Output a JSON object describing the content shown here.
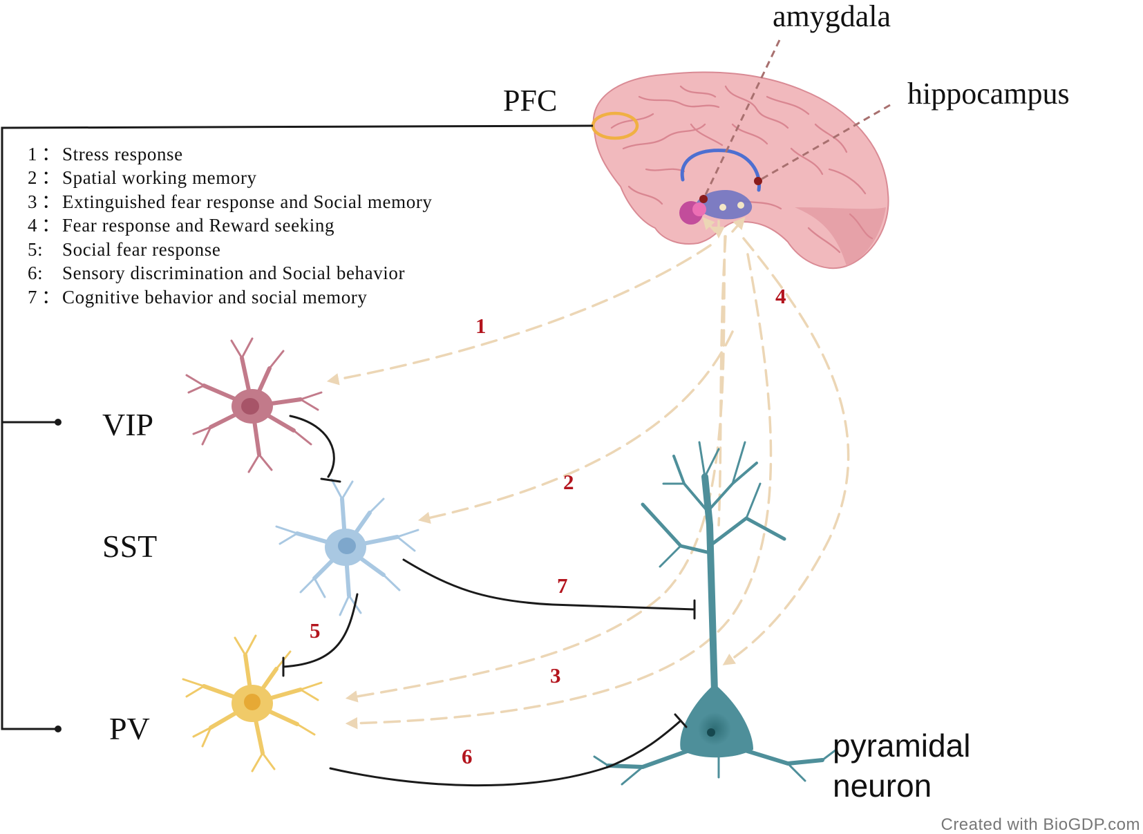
{
  "regions": {
    "pfc": "PFC",
    "amygdala": "amygdala",
    "hippocampus": "hippocampus"
  },
  "legend": [
    {
      "num": "1",
      "sep": "：",
      "text": "Stress response"
    },
    {
      "num": "2",
      "sep": "：",
      "text": "Spatial working memory"
    },
    {
      "num": "3",
      "sep": "：",
      "text": "Extinguished fear response and Social memory"
    },
    {
      "num": "4",
      "sep": "：",
      "text": "Fear response and Reward seeking"
    },
    {
      "num": "5:",
      "sep": "",
      "text": "Social fear response"
    },
    {
      "num": "6:",
      "sep": "",
      "text": "Sensory discrimination and Social behavior"
    },
    {
      "num": "7",
      "sep": "：",
      "text": "Cognitive behavior and social memory"
    }
  ],
  "cells": {
    "vip": "VIP",
    "sst": "SST",
    "pv": "PV",
    "pyramidal_line1": "pyramidal",
    "pyramidal_line2": "neuron"
  },
  "path_numbers": {
    "p1": "1",
    "p2": "2",
    "p3": "3",
    "p4": "4",
    "p5": "5",
    "p6": "6",
    "p7": "7"
  },
  "credit": "Created with BioGDP.com",
  "colors": {
    "vip": "#c27a8a",
    "sst": "#a9c8e2",
    "pv": "#f0ca68",
    "pyramidal": "#4e8f9a",
    "brain": "#f1b9bd",
    "pfc_ring": "#f0b043",
    "dashed_arrow": "#ecd6b5",
    "number": "#b3141d"
  }
}
